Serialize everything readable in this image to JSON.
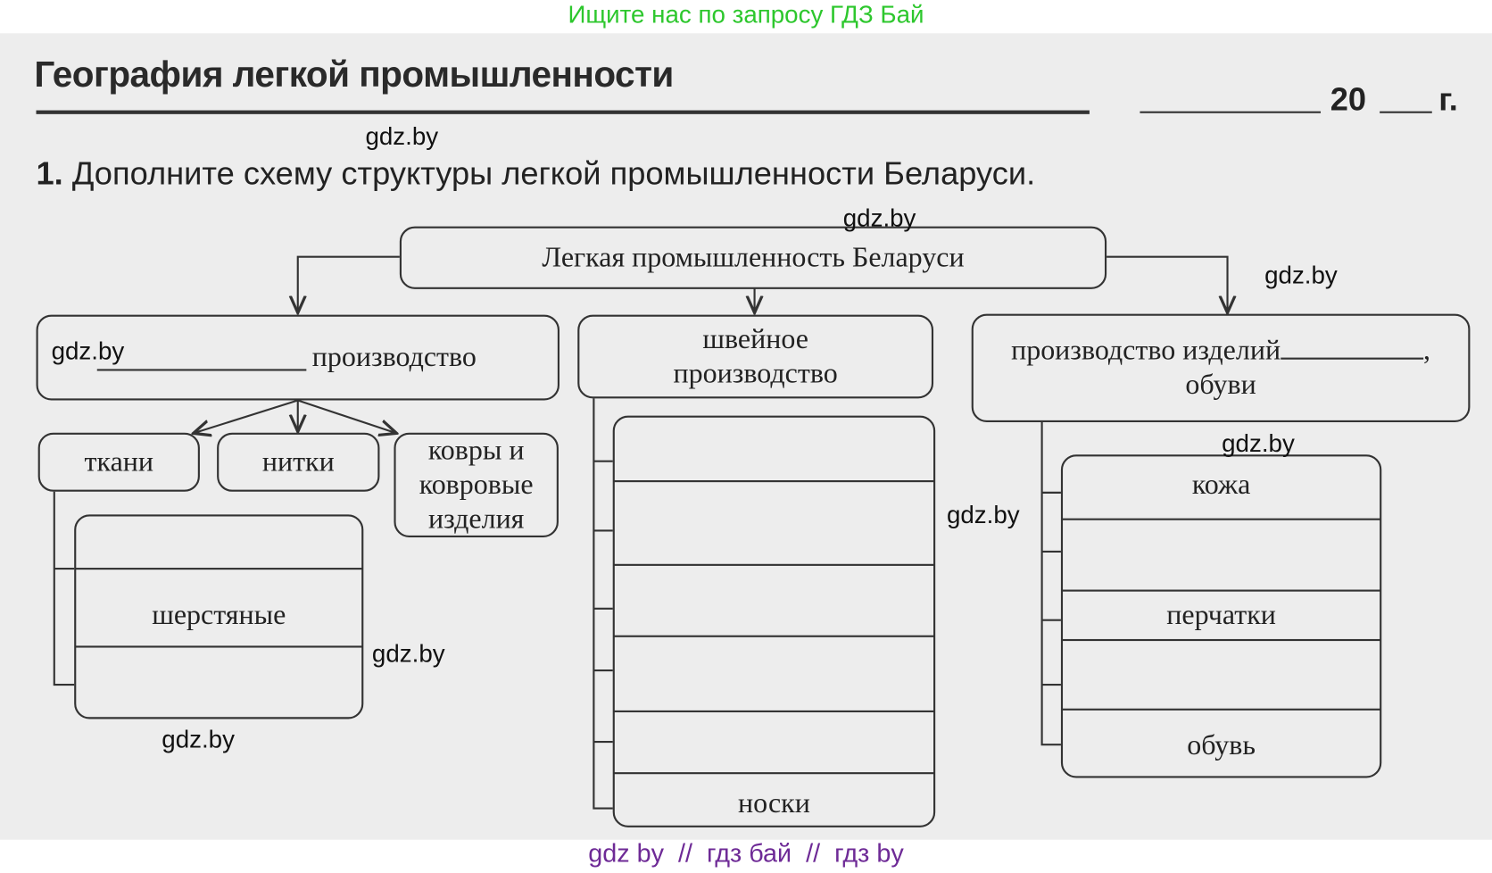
{
  "banner": "Ищите нас по запросу ГДЗ Бай",
  "title": "География легкой промышленности",
  "date": {
    "year_prefix": "20",
    "year_suffix": "г."
  },
  "task": {
    "number": "1.",
    "text": "Дополните схему структуры легкой промышленности Беларуси."
  },
  "diagram": {
    "root": "Легкая промышленность Беларуси",
    "left": {
      "label": "производство",
      "children": [
        "ткани",
        "нитки",
        "ковры и ковровые изделия"
      ],
      "list": [
        "",
        "шерстяные",
        ""
      ]
    },
    "middle": {
      "label": "швейное производство",
      "list": [
        "",
        "",
        "",
        "",
        "",
        "носки"
      ]
    },
    "right": {
      "label_part1": "производство изделий",
      "label_part2": ", обуви",
      "list": [
        "кожа",
        "",
        "перчатки",
        "",
        "обувь"
      ]
    }
  },
  "watermarks": [
    "gdz.by",
    "gdz.by",
    "gdz.by",
    "gdz.by",
    "gdz.by",
    "gdz.by",
    "gdz.by",
    "gdz.by"
  ],
  "footer": "gdz by  //  гдз бай  //  гдз by"
}
